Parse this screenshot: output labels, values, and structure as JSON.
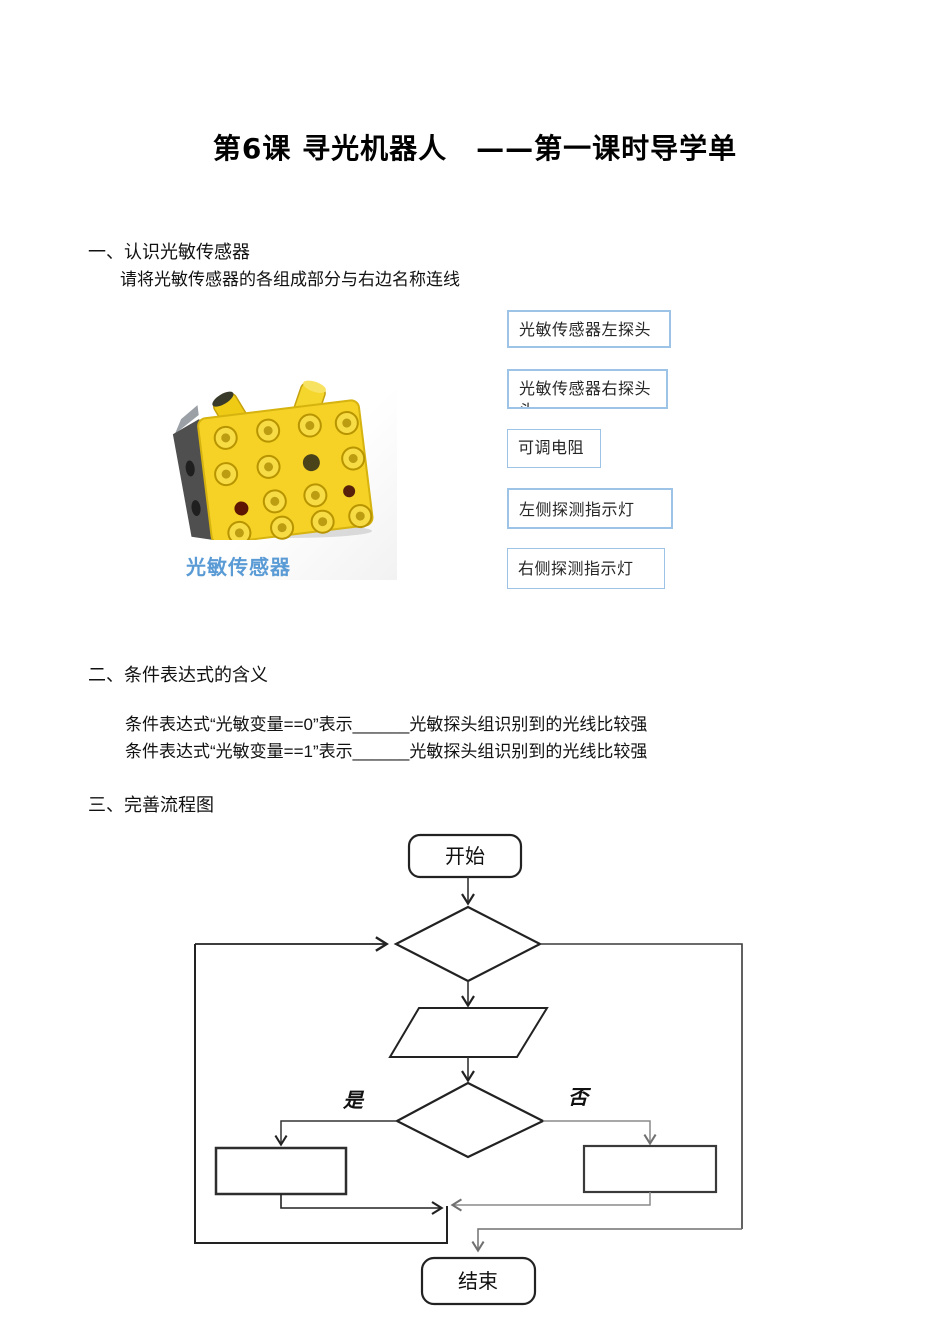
{
  "title": "第6课 寻光机器人　——第一课时导学单",
  "section1": {
    "marker": "一、",
    "heading": "认识光敏传感器",
    "instruction": "请将光敏传感器的各组成部分与右边名称连线",
    "sensor_caption": "光敏传感器",
    "sensor_caption_color": "#5B9BD5",
    "box_border_color": "#9DC3E6",
    "answer_boxes": [
      {
        "label": "光敏传感器左探头"
      },
      {
        "label": "光敏传感器右探头",
        "clipped_overflow": "头"
      },
      {
        "label": "可调电阻"
      },
      {
        "label": "左侧探测指示灯"
      },
      {
        "label": "右侧探测指示灯"
      }
    ]
  },
  "section2": {
    "marker": "二、",
    "heading": "条件表达式的含义",
    "lines": [
      "条件表达式“光敏变量==0”表示______光敏探头组识别到的光线比较强",
      "条件表达式“光敏变量==1”表示______光敏探头组识别到的光线比较强"
    ]
  },
  "section3": {
    "marker": "三、",
    "heading": "完善流程图",
    "flowchart": {
      "start_label": "开始",
      "end_label": "结束",
      "yes_label": "是",
      "no_label": "否"
    }
  }
}
